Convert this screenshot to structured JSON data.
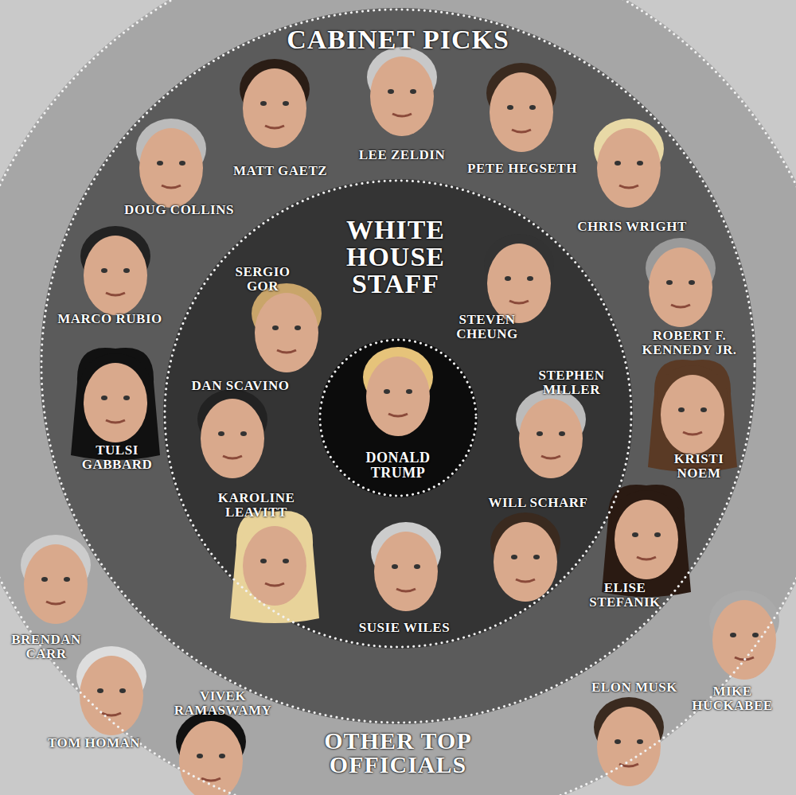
{
  "diagram": {
    "nodes": [
      {
        "text": [
          "OTHER TOP OFFICIALS",
          "BRENDAN CARR",
          "TOM HOMAN",
          "VIVEK RAMASWAMY",
          "ELON MUSK",
          "MIKE HUCKABEE"
        ]
      },
      {
        "text": [
          "CABINET PICKS",
          "DOUG COLLINS",
          "MATT GAETZ",
          "LEE ZELDIN",
          "PETE HEGSETH",
          "CHRIS WRIGHT",
          "MARCO RUBIO",
          "ROBERT F. KENNEDY JR.",
          "TULSI GABBARD",
          "KRISTI NOEM",
          "ELISE STEFANIK"
        ],
        "in": 0
      },
      {
        "text": [
          "WHITE HOUSE STAFF",
          "SERGIO GOR",
          "STEVEN CHEUNG",
          "DAN SCAVINO",
          "STEPHEN MILLER",
          "KAROLINE LEAVITT",
          "WILL SCHARF",
          "SUSIE WILES"
        ],
        "in": 1
      },
      {
        "text": [
          "DONALD TRUMP"
        ],
        "in": 2
      }
    ]
  }
}
